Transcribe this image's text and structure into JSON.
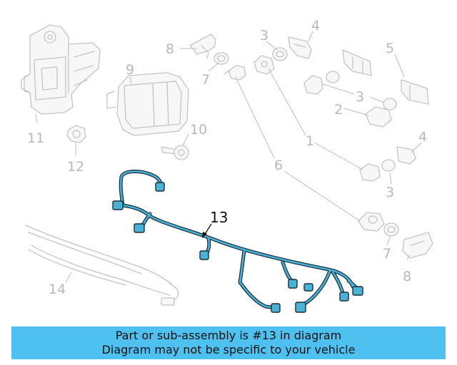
{
  "diagram": {
    "callouts": {
      "c1": "1",
      "c2": "2",
      "c3a": "3",
      "c3b": "3",
      "c3c": "3",
      "c4a": "4",
      "c4b": "4",
      "c5": "5",
      "c6": "6",
      "c7a": "7",
      "c7b": "7",
      "c8a": "8",
      "c8b": "8",
      "c9": "9",
      "c10": "10",
      "c11": "11",
      "c12": "12",
      "c13": "13",
      "c14": "14"
    }
  },
  "banner": {
    "line1": "Part or sub-assembly is #13 in diagram",
    "line2": "Diagram may not be specific to your vehicle"
  },
  "colors": {
    "banner_bg": "#4fc1f0",
    "harness": "#49b2d6",
    "faded_parts": "#c4c4c4"
  }
}
